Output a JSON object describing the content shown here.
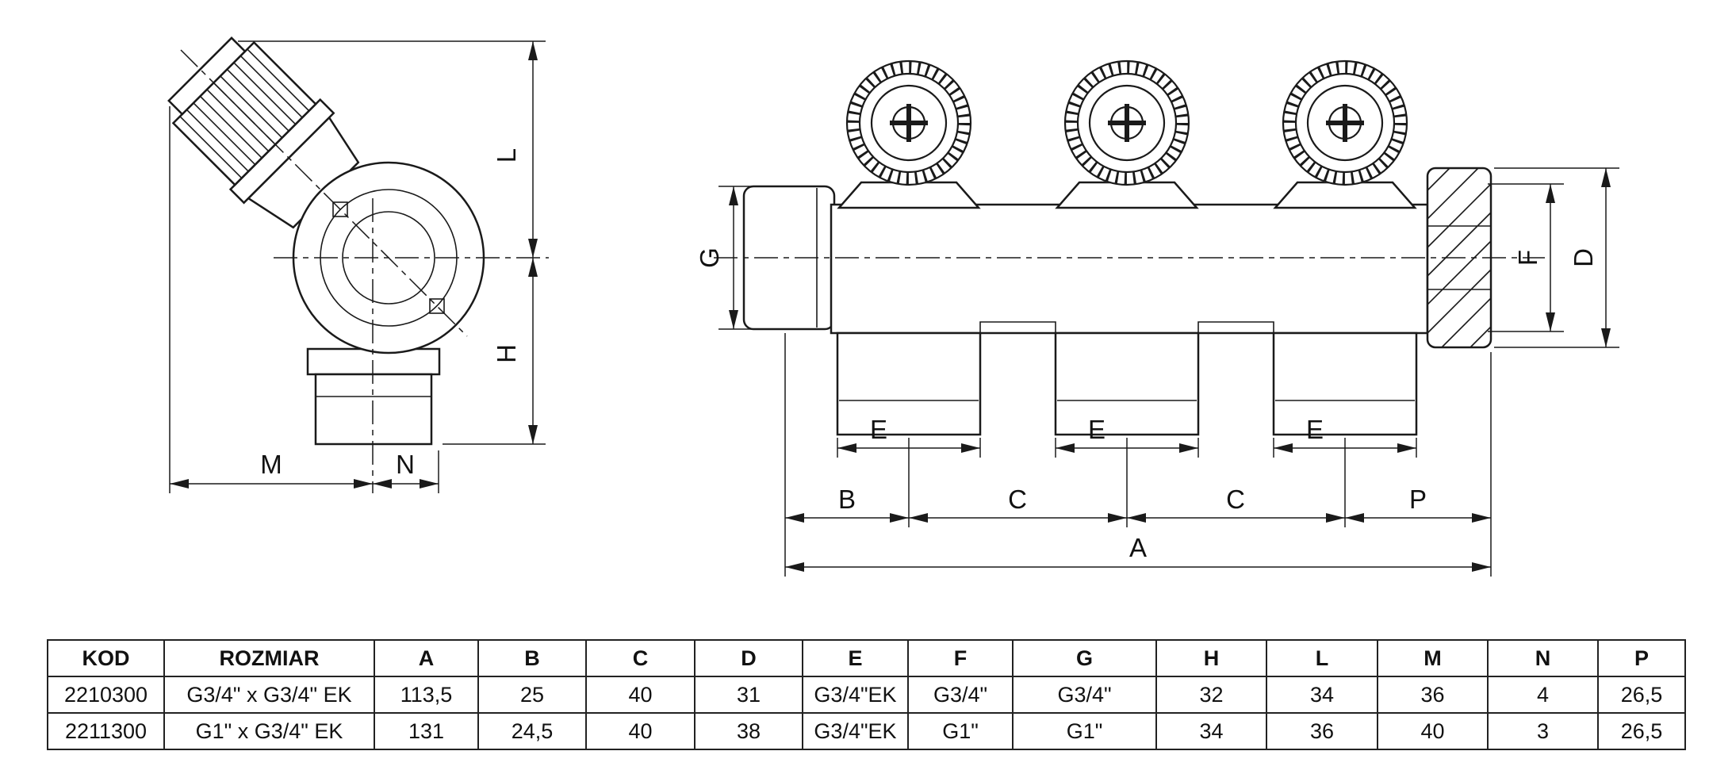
{
  "drawing": {
    "dims": {
      "A": "A",
      "B": "B",
      "C": "C",
      "D": "D",
      "E": "E",
      "F": "F",
      "G": "G",
      "H": "H",
      "L": "L",
      "M": "M",
      "N": "N",
      "P": "P"
    }
  },
  "table": {
    "headers": [
      "KOD",
      "ROZMIAR",
      "A",
      "B",
      "C",
      "D",
      "E",
      "F",
      "G",
      "H",
      "L",
      "M",
      "N",
      "P"
    ],
    "rows": [
      {
        "cells": [
          "2210300",
          "G3/4\" x G3/4\" EK",
          "113,5",
          "25",
          "40",
          "31",
          "G3/4\"EK",
          "G3/4\"",
          "G3/4\"",
          "32",
          "34",
          "36",
          "4",
          "26,5"
        ]
      },
      {
        "cells": [
          "2211300",
          "G1\" x G3/4\" EK",
          "131",
          "24,5",
          "40",
          "38",
          "G3/4\"EK",
          "G1\"",
          "G1\"",
          "34",
          "36",
          "40",
          "3",
          "26,5"
        ]
      }
    ]
  }
}
